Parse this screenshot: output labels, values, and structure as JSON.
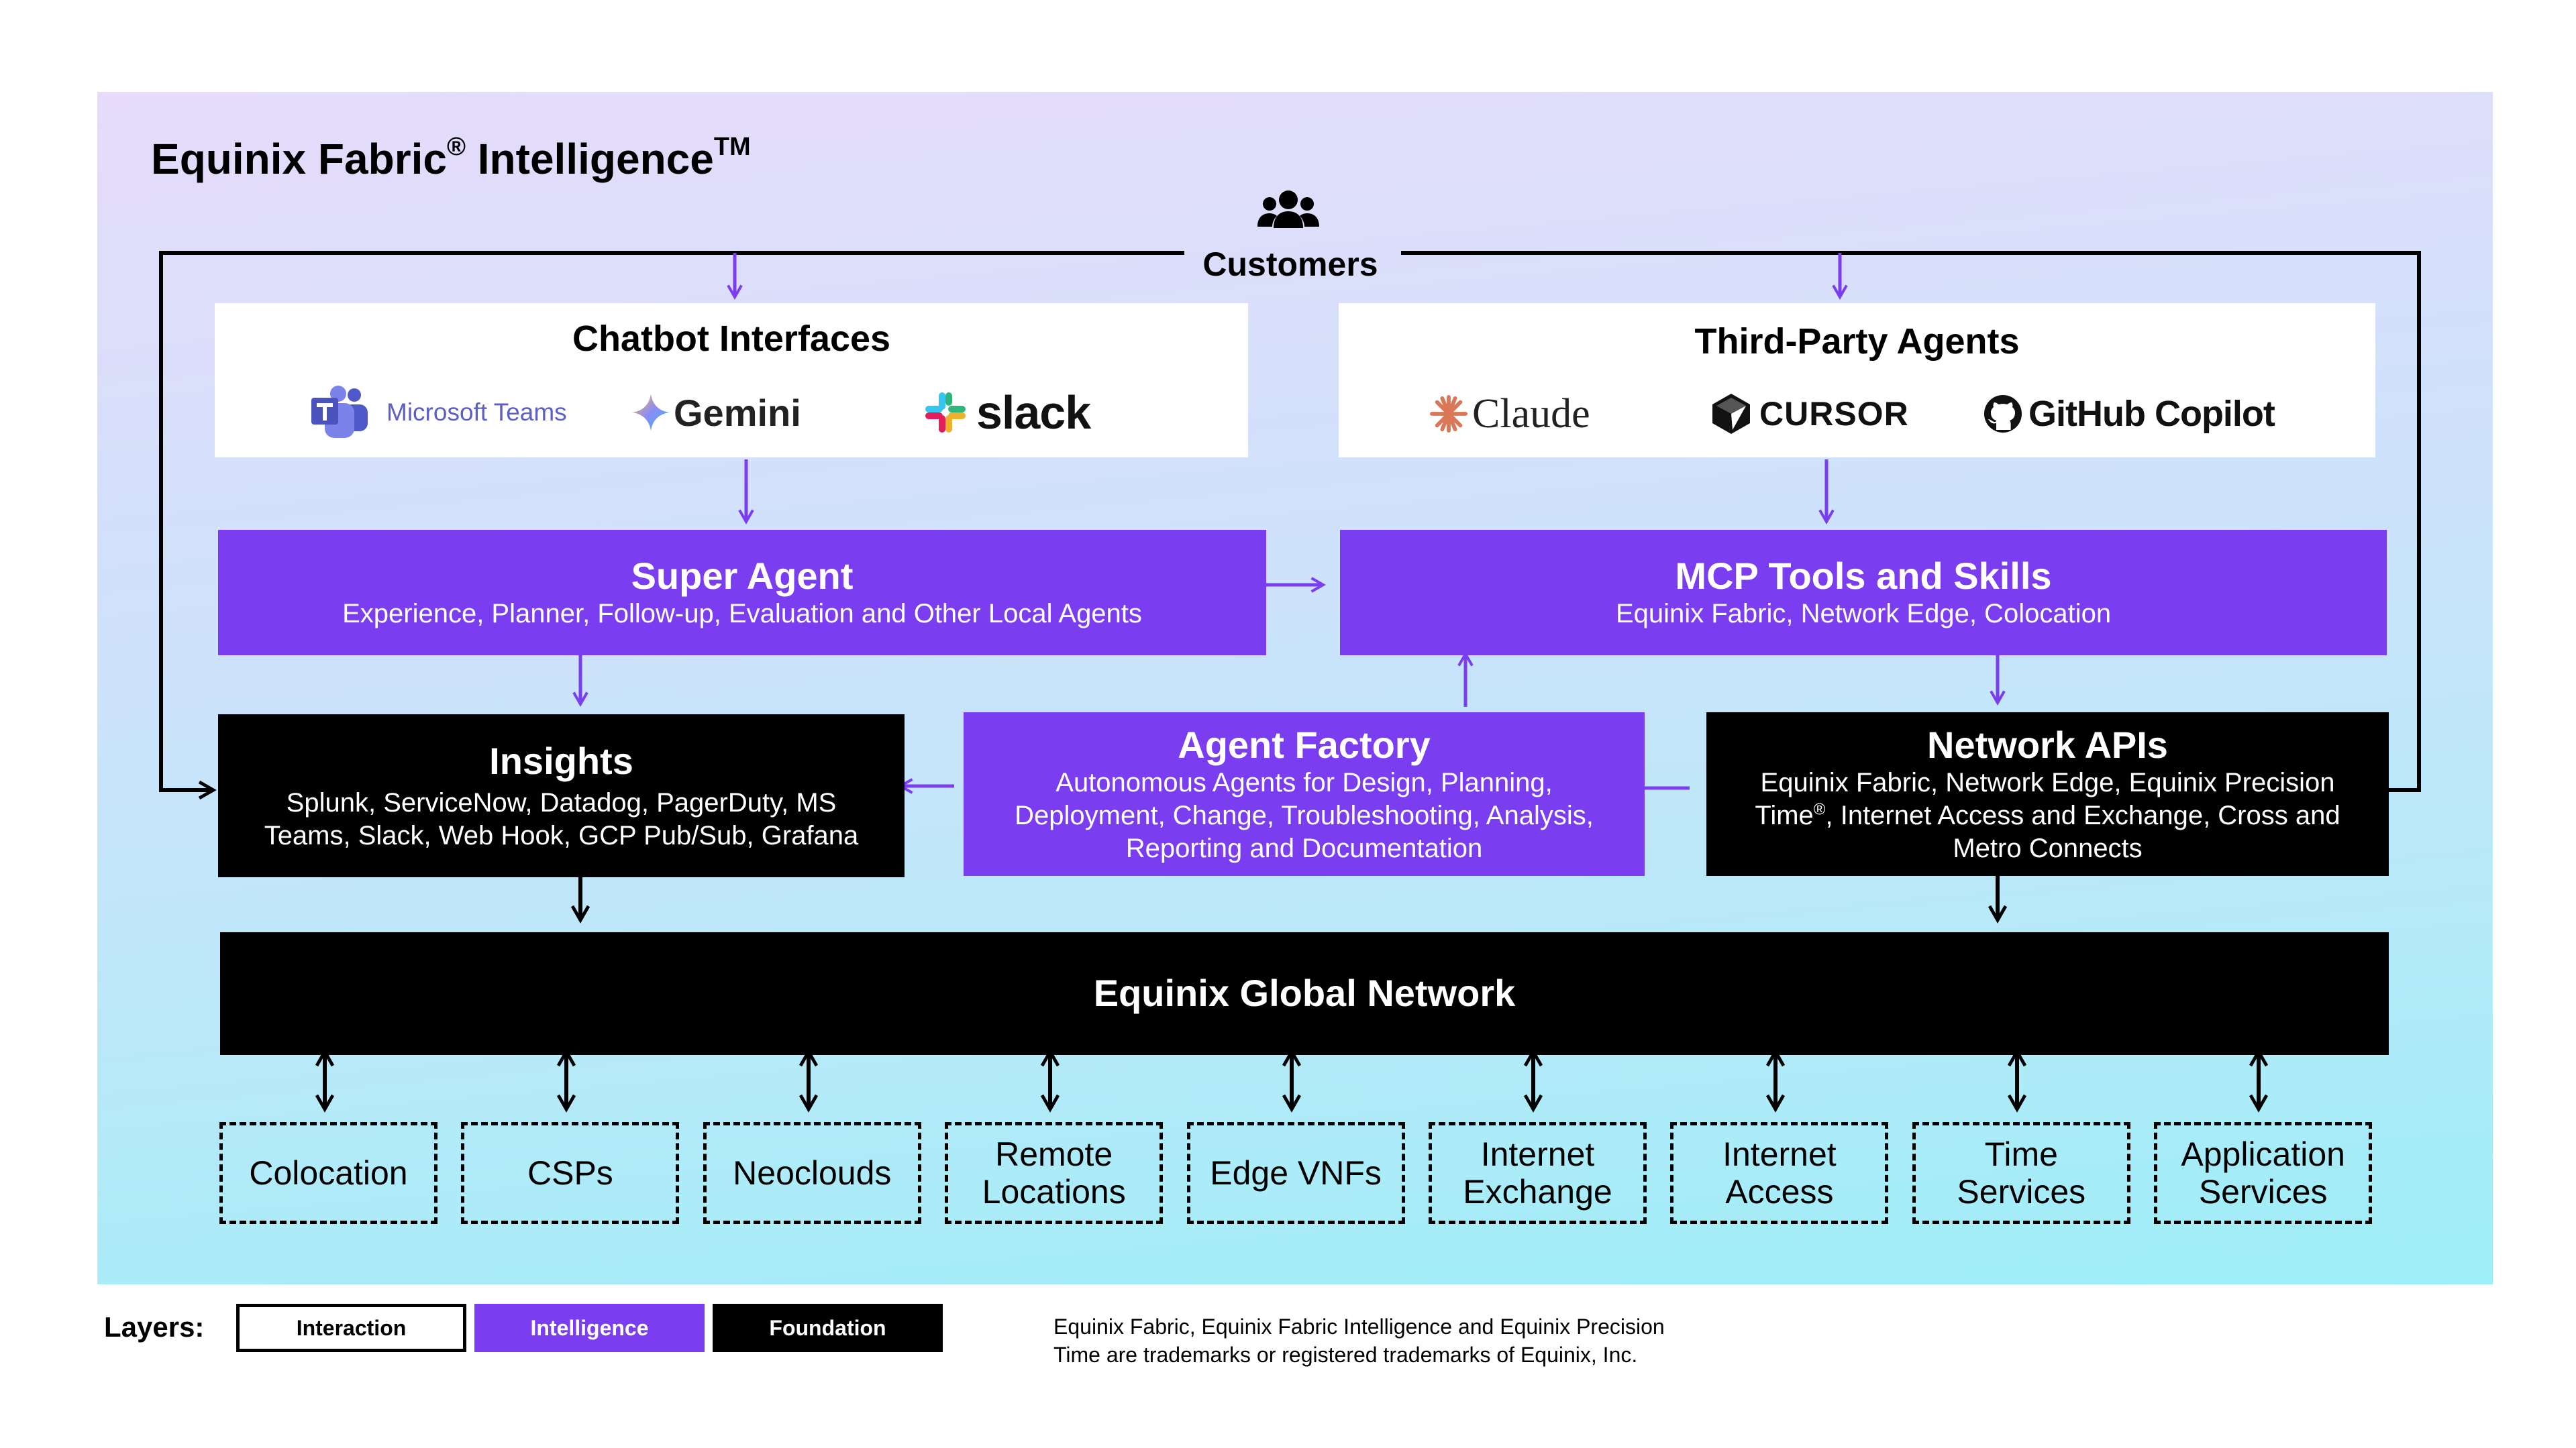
{
  "title": {
    "main": "Equinix Fabric",
    "reg": "®",
    "mid": " Intelligence",
    "tm": "TM"
  },
  "customers": {
    "label": "Customers",
    "icon": "users-group-icon"
  },
  "chatbot": {
    "title": "Chatbot Interfaces",
    "logos": {
      "teams": "Microsoft Teams",
      "gemini": "Gemini",
      "slack": "slack"
    }
  },
  "third_party": {
    "title": "Third-Party Agents",
    "logos": {
      "claude": "Claude",
      "cursor": "CURSOR",
      "github": "GitHub Copilot"
    }
  },
  "super_agent": {
    "title": "Super Agent",
    "subtitle": "Experience, Planner, Follow-up, Evaluation and Other Local Agents"
  },
  "mcp": {
    "title": "MCP Tools and Skills",
    "subtitle": "Equinix Fabric, Network Edge, Colocation"
  },
  "insights": {
    "title": "Insights",
    "line1": "Splunk, ServiceNow, Datadog, PagerDuty, MS",
    "line2": "Teams, Slack, Web Hook, GCP Pub/Sub, Grafana"
  },
  "agent_factory": {
    "title": "Agent Factory",
    "line1": "Autonomous Agents for Design, Planning,",
    "line2": "Deployment, Change, Troubleshooting, Analysis,",
    "line3": "Reporting and Documentation"
  },
  "network_apis": {
    "title": "Network APIs",
    "line1": "Equinix Fabric, Network Edge, Equinix Precision",
    "line2a": "Time",
    "line2reg": "®",
    "line2b": ", Internet Access and Exchange, Cross and",
    "line3": "Metro Connects"
  },
  "global_network": {
    "label": "Equinix Global Network"
  },
  "endpoints": [
    {
      "line1": "Colocation",
      "line2": ""
    },
    {
      "line1": "CSPs",
      "line2": ""
    },
    {
      "line1": "Neoclouds",
      "line2": ""
    },
    {
      "line1": "Remote",
      "line2": "Locations"
    },
    {
      "line1": "Edge VNFs",
      "line2": ""
    },
    {
      "line1": "Internet",
      "line2": "Exchange"
    },
    {
      "line1": "Internet",
      "line2": "Access"
    },
    {
      "line1": "Time",
      "line2": "Services"
    },
    {
      "line1": "Application",
      "line2": "Services"
    }
  ],
  "legend": {
    "label": "Layers:",
    "interaction": "Interaction",
    "intelligence": "Intelligence",
    "foundation": "Foundation"
  },
  "trademark_note": {
    "line1": "Equinix Fabric, Equinix Fabric Intelligence and Equinix Precision",
    "line2": "Time are trademarks or registered trademarks of Equinix, Inc."
  },
  "colors": {
    "purple": "#7a3ef0",
    "arrow_purple": "#7a3ef0",
    "black": "#000000",
    "white": "#ffffff"
  }
}
